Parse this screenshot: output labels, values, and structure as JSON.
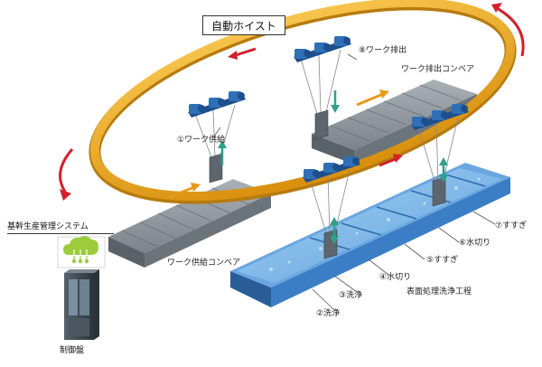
{
  "title": "自動ホイスト",
  "labels": {
    "work_supply": "①ワーク供給",
    "work_discharge": "⑧ワーク排出",
    "discharge_conveyor": "ワーク排出コンベア",
    "supply_conveyor": "ワーク供給コンベア",
    "system": "基幹生産管理システム",
    "control_panel": "制御盤",
    "process_name": "表面処理洗浄工程"
  },
  "stages": [
    {
      "id": "2",
      "label": "②洗浄"
    },
    {
      "id": "3",
      "label": "③洗浄"
    },
    {
      "id": "4",
      "label": "④水切り"
    },
    {
      "id": "5",
      "label": "⑤すすぎ"
    },
    {
      "id": "6",
      "label": "⑥水切り"
    },
    {
      "id": "7",
      "label": "⑦すすぎ"
    }
  ],
  "colors": {
    "rail": "#e8a41e",
    "rail_dark": "#b97a0c",
    "hoist": "#2f6fb6",
    "hoist_dark": "#1d4f8c",
    "conveyor": "#8c949c",
    "conveyor_dark": "#5c646c",
    "tank_water": "#7fb6e6",
    "tank_wall": "#3d7fc6",
    "arrow_red": "#d4202a",
    "arrow_orange": "#e79a1c",
    "arrow_teal": "#2fa08a",
    "cabinet": "#3c4650",
    "cloud": "#9ccc3c"
  },
  "icons": [
    "cloud-network-icon",
    "control-cabinet-icon"
  ]
}
